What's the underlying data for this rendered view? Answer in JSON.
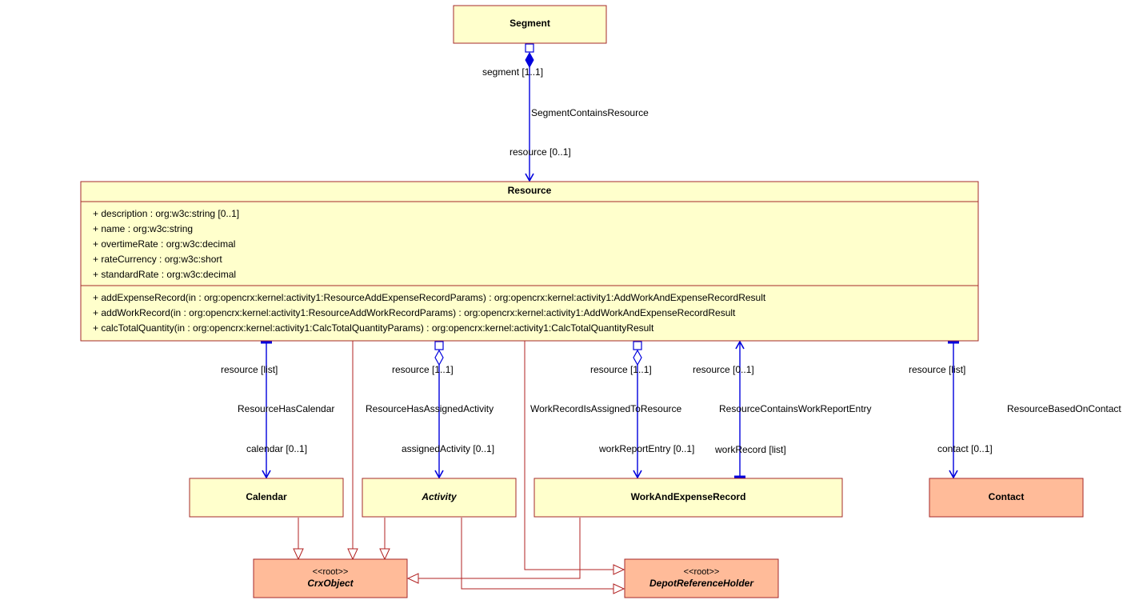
{
  "classes": {
    "segment": {
      "name": "Segment"
    },
    "resource": {
      "name": "Resource",
      "attributes": [
        "+ description : org:w3c:string [0..1]",
        "+ name : org:w3c:string",
        "+ overtimeRate : org:w3c:decimal",
        "+ rateCurrency : org:w3c:short",
        "+ standardRate : org:w3c:decimal"
      ],
      "operations": [
        "+ addExpenseRecord(in : org:opencrx:kernel:activity1:ResourceAddExpenseRecordParams) : org:opencrx:kernel:activity1:AddWorkAndExpenseRecordResult",
        "+ addWorkRecord(in : org:opencrx:kernel:activity1:ResourceAddWorkRecordParams) : org:opencrx:kernel:activity1:AddWorkAndExpenseRecordResult",
        "+ calcTotalQuantity(in : org:opencrx:kernel:activity1:CalcTotalQuantityParams) : org:opencrx:kernel:activity1:CalcTotalQuantityResult"
      ]
    },
    "calendar": {
      "name": "Calendar"
    },
    "activity": {
      "name": "Activity"
    },
    "work_and_expense_record": {
      "name": "WorkAndExpenseRecord"
    },
    "contact": {
      "name": "Contact"
    },
    "crx_object": {
      "stereotype": "<<root>>",
      "name": "CrxObject"
    },
    "depot_reference_holder": {
      "stereotype": "<<root>>",
      "name": "DepotReferenceHolder"
    }
  },
  "associations": {
    "segment_contains_resource": {
      "name": "SegmentContainsResource",
      "source_role": "segment [1..1]",
      "target_role": "resource [0..1]"
    },
    "resource_has_calendar": {
      "name": "ResourceHasCalendar",
      "source_role": "resource [list]",
      "target_role": "calendar [0..1]"
    },
    "resource_has_assigned_activity": {
      "name": "ResourceHasAssignedActivity",
      "source_role": "resource [1..1]",
      "target_role": "assignedActivity [0..1]"
    },
    "work_record_is_assigned_to_resource": {
      "name": "WorkRecordIsAssignedToResource",
      "source_role": "resource [1..1]",
      "target_role": "workReportEntry [0..1]"
    },
    "resource_contains_work_report_entry": {
      "name": "ResourceContainsWorkReportEntry",
      "source_role": "workRecord [list]",
      "target_role": "resource [0..1]"
    },
    "resource_based_on_contact": {
      "name": "ResourceBasedOnContact",
      "source_role": "resource [list]",
      "target_role": "contact [0..1]"
    }
  },
  "colors": {
    "class_fill": "#ffffcc",
    "external_class_fill": "#ffbb99",
    "class_border": "#a52a2a",
    "association_line": "#0000dd",
    "generalization_line": "#b22222"
  }
}
